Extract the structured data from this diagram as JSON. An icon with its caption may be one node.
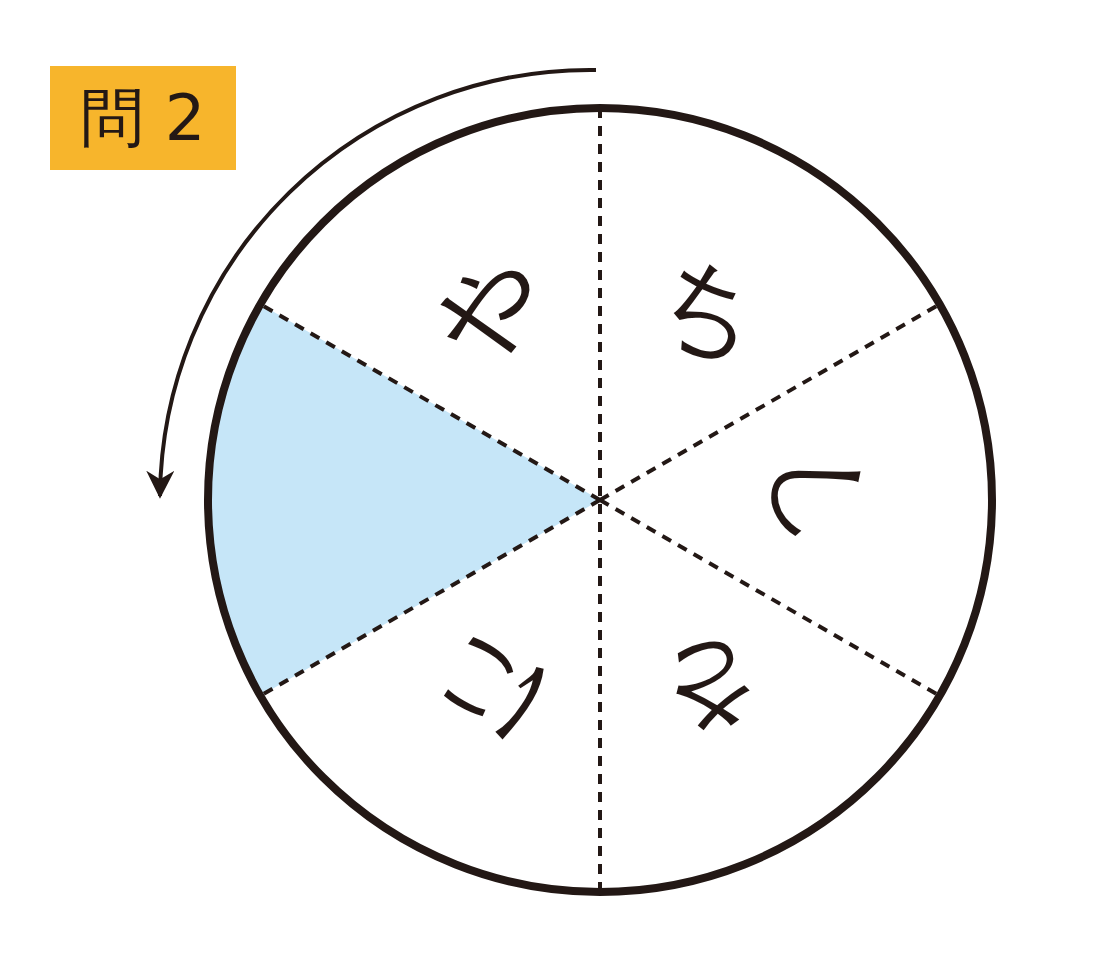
{
  "diagram": {
    "labels": [
      "問 2",
      "や",
      "ち",
      "し",
      "に",
      "さ"
    ]
  }
}
